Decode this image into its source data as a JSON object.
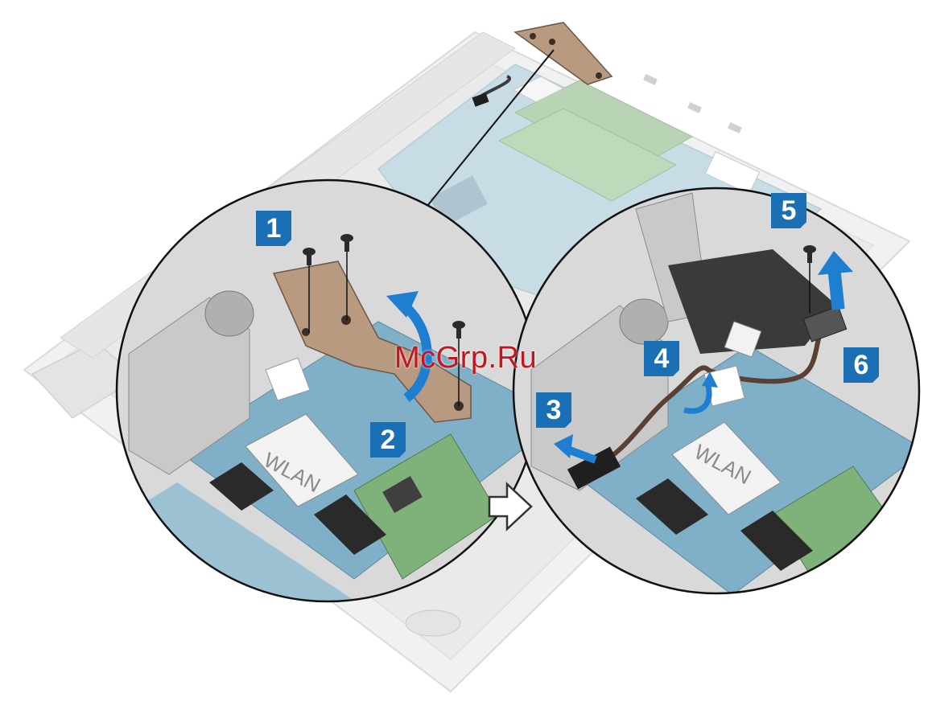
{
  "watermark": {
    "text": "McGrp.Ru",
    "color": "#c8141e"
  },
  "steps": [
    {
      "number": "1"
    },
    {
      "number": "2"
    },
    {
      "number": "3"
    },
    {
      "number": "4"
    },
    {
      "number": "5"
    },
    {
      "number": "6"
    }
  ],
  "labels": {
    "wlan_background": "WLAN",
    "wlan_left_zoom": "WLAN",
    "wlan_right_zoom": "WLAN"
  },
  "icons": {
    "next_arrow": "hollow-right-arrow-icon",
    "removal_arrow": "curved-blue-arrow-icon",
    "screw": "screw-icon"
  },
  "colors": {
    "badge": "#1a6fb5",
    "arrow": "#1e7fd0",
    "board": "#7fb0c8",
    "bracket": "#b89a80",
    "chassis": "#dcdcdc"
  }
}
